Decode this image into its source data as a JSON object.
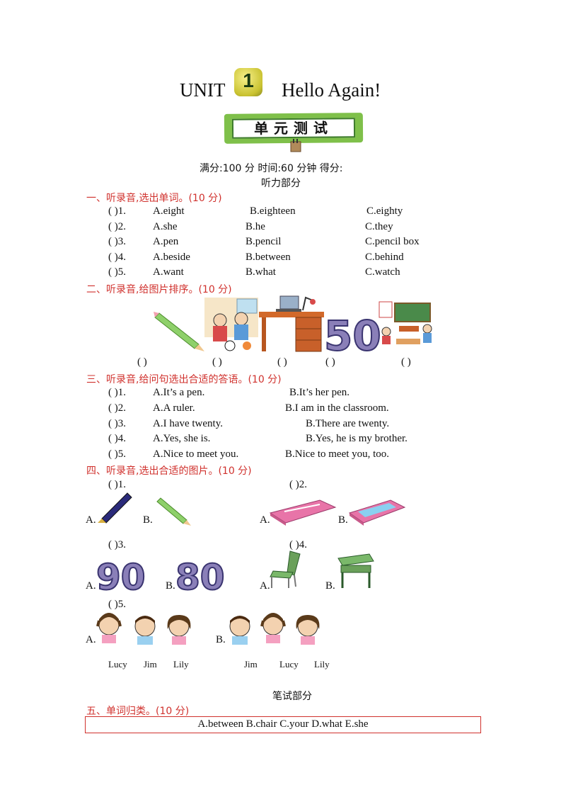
{
  "header": {
    "unit_label": "UNIT",
    "unit_number": "1",
    "unit_title": "Hello  Again!",
    "banner": "单元测试",
    "info": "满分:100 分   时间:60 分钟    得分:",
    "listening_part": "听力部分",
    "writing_part": "笔试部分"
  },
  "section1": {
    "title": "一、听录音,选出单词。(10 分)",
    "items": [
      {
        "num": "(       )1.",
        "a": "A.eight",
        "b": "B.eighteen",
        "c": "C.eighty"
      },
      {
        "num": "(       )2.",
        "a": "A.she",
        "b": "B.he",
        "c": "C.they"
      },
      {
        "num": "(       )3.",
        "a": "A.pen",
        "b": "B.pencil",
        "c": "C.pencil  box"
      },
      {
        "num": "(       )4.",
        "a": "A.beside",
        "b": "B.between",
        "c": "C.behind"
      },
      {
        "num": "(       )5.",
        "a": "A.want",
        "b": "B.what",
        "c": "C.watch"
      }
    ]
  },
  "section2": {
    "title": "二、听录音,给图片排序。(10 分)",
    "blanks": [
      "(       )",
      "(       )",
      "(       )",
      "(       )",
      "(       )"
    ],
    "number_pic": "50"
  },
  "section3": {
    "title": "三、听录音,给问句选出合适的答语。(10 分)",
    "items": [
      {
        "num": "(       )1.",
        "a": "A.It’s  a  pen.",
        "b": "B.It’s  her  pen."
      },
      {
        "num": "(       )2.",
        "a": "A.A  ruler.",
        "b": "B.I  am  in  the  classroom."
      },
      {
        "num": "(       )3.",
        "a": "A.I  have  twenty.",
        "b": "B.There  are  twenty."
      },
      {
        "num": "(       )4.",
        "a": "A.Yes,  she  is.",
        "b": "B.Yes,  he  is  my  brother."
      },
      {
        "num": "(       )5.",
        "a": "A.Nice  to  meet  you.",
        "b": "B.Nice  to  meet  you,  too."
      }
    ]
  },
  "section4": {
    "title": "四、听录音,选出合适的图片。(10 分)",
    "q1": "(       )1.",
    "q2": "(       )2.",
    "q3": "(       )3.",
    "q4": "(       )4.",
    "q5": "(       )5.",
    "opt_a": "A.",
    "opt_b": "B.",
    "num_a": "90",
    "num_b": "80",
    "names_a": [
      "Lucy",
      "Jim",
      "Lily"
    ],
    "names_b": [
      "Jim",
      "Lucy",
      "Lily"
    ]
  },
  "section5": {
    "title": "五、单词归类。(10 分)",
    "words": "A.between    B.chair    C.your    D.what    E.she"
  },
  "colors": {
    "section_red": "#d0312d",
    "banner_green": "#7fc04a",
    "pencil_box_pink": "#e874a8",
    "number_purple": "#8a7fb8"
  }
}
